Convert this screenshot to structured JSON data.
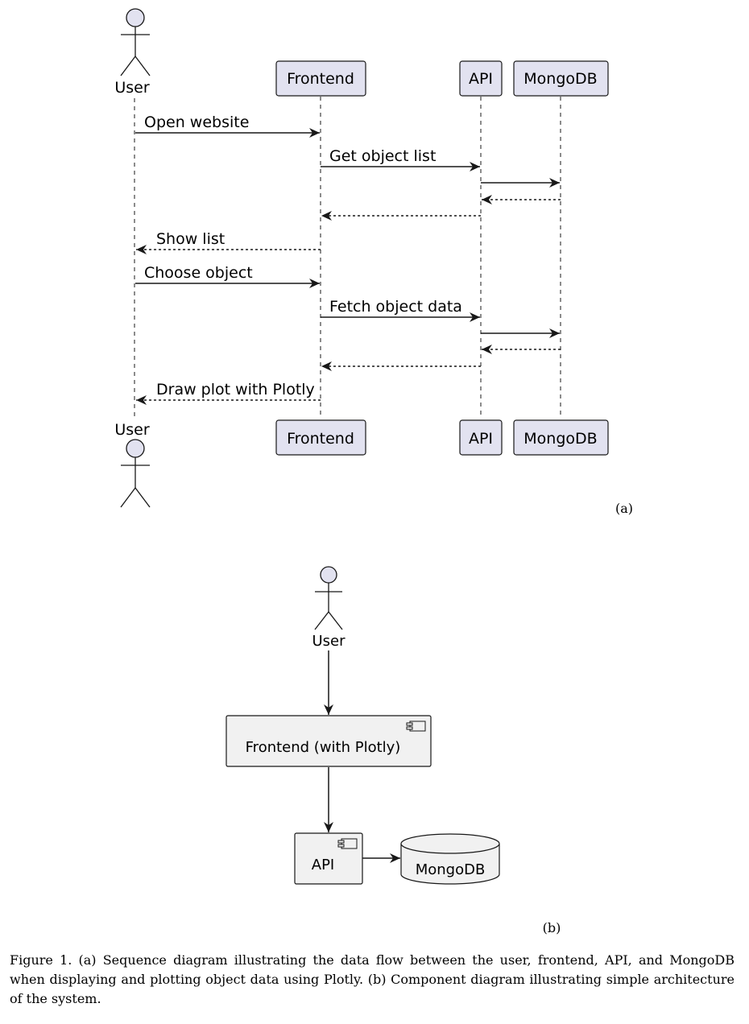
{
  "sequence": {
    "participants": [
      {
        "id": "user",
        "label": "User",
        "kind": "actor"
      },
      {
        "id": "frontend",
        "label": "Frontend",
        "kind": "participant"
      },
      {
        "id": "api",
        "label": "API",
        "kind": "participant"
      },
      {
        "id": "mongodb",
        "label": "MongoDB",
        "kind": "participant"
      }
    ],
    "messages": [
      {
        "from": "user",
        "to": "frontend",
        "label": "Open website",
        "style": "solid"
      },
      {
        "from": "frontend",
        "to": "api",
        "label": "Get object list",
        "style": "solid"
      },
      {
        "from": "api",
        "to": "mongodb",
        "label": "",
        "style": "solid"
      },
      {
        "from": "mongodb",
        "to": "api",
        "label": "",
        "style": "dashed"
      },
      {
        "from": "api",
        "to": "frontend",
        "label": "",
        "style": "dashed"
      },
      {
        "from": "frontend",
        "to": "user",
        "label": "Show list",
        "style": "dashed"
      },
      {
        "from": "user",
        "to": "frontend",
        "label": "Choose object",
        "style": "solid"
      },
      {
        "from": "frontend",
        "to": "api",
        "label": "Fetch object data",
        "style": "solid"
      },
      {
        "from": "api",
        "to": "mongodb",
        "label": "",
        "style": "solid"
      },
      {
        "from": "mongodb",
        "to": "api",
        "label": "",
        "style": "dashed"
      },
      {
        "from": "api",
        "to": "frontend",
        "label": "",
        "style": "dashed"
      },
      {
        "from": "frontend",
        "to": "user",
        "label": "Draw plot with Plotly",
        "style": "dashed"
      }
    ],
    "sublabel": "(a)"
  },
  "component": {
    "actor_label": "User",
    "frontend_label": "Frontend (with Plotly)",
    "api_label": "API",
    "db_label": "MongoDB",
    "sublabel": "(b)"
  },
  "caption": "Figure 1. (a) Sequence diagram illustrating the data flow between the user, frontend, API, and MongoDB when displaying and plotting object data using Plotly. (b) Component diagram illustrating simple architecture of the system.",
  "colors": {
    "participant_fill": "#e2e2f0",
    "component_fill": "#f1f1f1",
    "stroke": "#181818"
  }
}
